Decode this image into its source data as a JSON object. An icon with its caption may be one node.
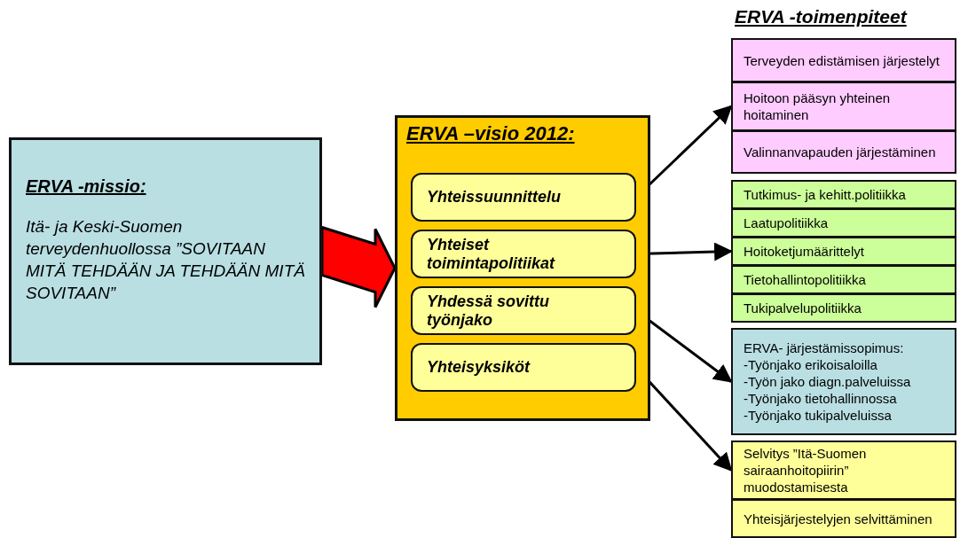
{
  "diagram": {
    "nodes": [
      {
        "text": [
          "ERVA -missio:",
          "Itä- ja Keski-Suomen terveydenhuollossa ”SOVITAAN MITÄ TEHDÄÄN JA TEHDÄÄN MITÄ SOVITAAN”"
        ]
      },
      {
        "text": [
          "ERVA –visio 2012:"
        ]
      },
      {
        "text": [
          "Yhteissuunnittelu"
        ],
        "in": 1
      },
      {
        "text": [
          "Yhteiset toimintapolitiikat"
        ],
        "in": 1
      },
      {
        "text": [
          "Yhdessä sovittu työnjako"
        ],
        "in": 1
      },
      {
        "text": [
          "Yhteisyksiköt"
        ],
        "in": 1
      },
      {
        "text": [
          "Terveyden edistämisen järjestelyt"
        ]
      },
      {
        "text": [
          "Hoitoon pääsyn yhteinen hoitaminen"
        ]
      },
      {
        "text": [
          "Valinnanvapauden järjestäminen"
        ]
      },
      {
        "text": [
          "Tutkimus- ja kehitt.politiikka"
        ]
      },
      {
        "text": [
          "Laatupolitiikka"
        ]
      },
      {
        "text": [
          "Hoitoketjumäärittelyt"
        ]
      },
      {
        "text": [
          "Tietohallintopolitiikka"
        ]
      },
      {
        "text": [
          "Tukipalvelupolitiikka"
        ]
      },
      {
        "text": [
          "ERVA- järjestämissopimus:",
          "-Työnjako erikoisaloilla",
          "-Työn jako diagn.palveluissa",
          "-Työnjako tietohallinnossa",
          "-Työnjako tukipalveluissa"
        ]
      },
      {
        "text": [
          "Selvitys ”Itä-Suomen sairaanhoitopiirin” muodostamisesta"
        ]
      },
      {
        "text": [
          "Yhteisjärjestelyjen selvittäminen"
        ]
      }
    ],
    "edges": [
      {
        "from": 0,
        "to": 1,
        "arrow": "to",
        "style": "thick",
        "color": "#ff0000"
      },
      {
        "from": 2,
        "to": 7,
        "arrow": "to"
      },
      {
        "from": 3,
        "to": 11,
        "arrow": "to"
      },
      {
        "from": 4,
        "to": 14,
        "arrow": "to"
      },
      {
        "from": 5,
        "to": 15,
        "arrow": "to"
      }
    ],
    "labels": [
      "ERVA -toimenpiteet"
    ]
  }
}
